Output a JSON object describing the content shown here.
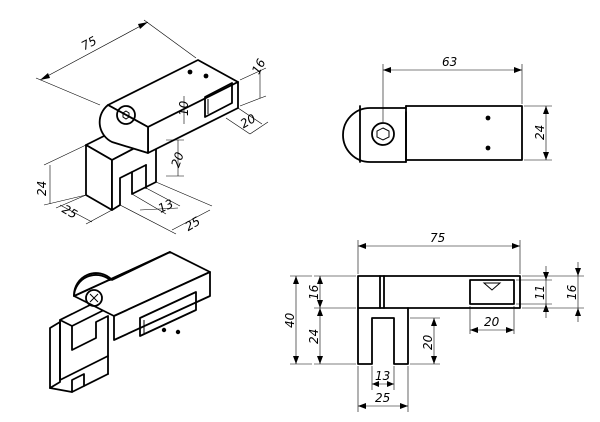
{
  "iso_top": {
    "d75": "75",
    "d16": "16",
    "d10": "10",
    "d20a": "20",
    "d20b": "20",
    "d24": "24",
    "d25a": "25",
    "d13": "13",
    "d25b": "25"
  },
  "top_view": {
    "d63": "63",
    "d24": "24"
  },
  "front_view": {
    "d75": "75",
    "d16a": "16",
    "d40": "40",
    "d24": "24",
    "d11": "11",
    "d16b": "16",
    "d20a": "20",
    "d20b": "20",
    "d13": "13",
    "d25": "25"
  }
}
